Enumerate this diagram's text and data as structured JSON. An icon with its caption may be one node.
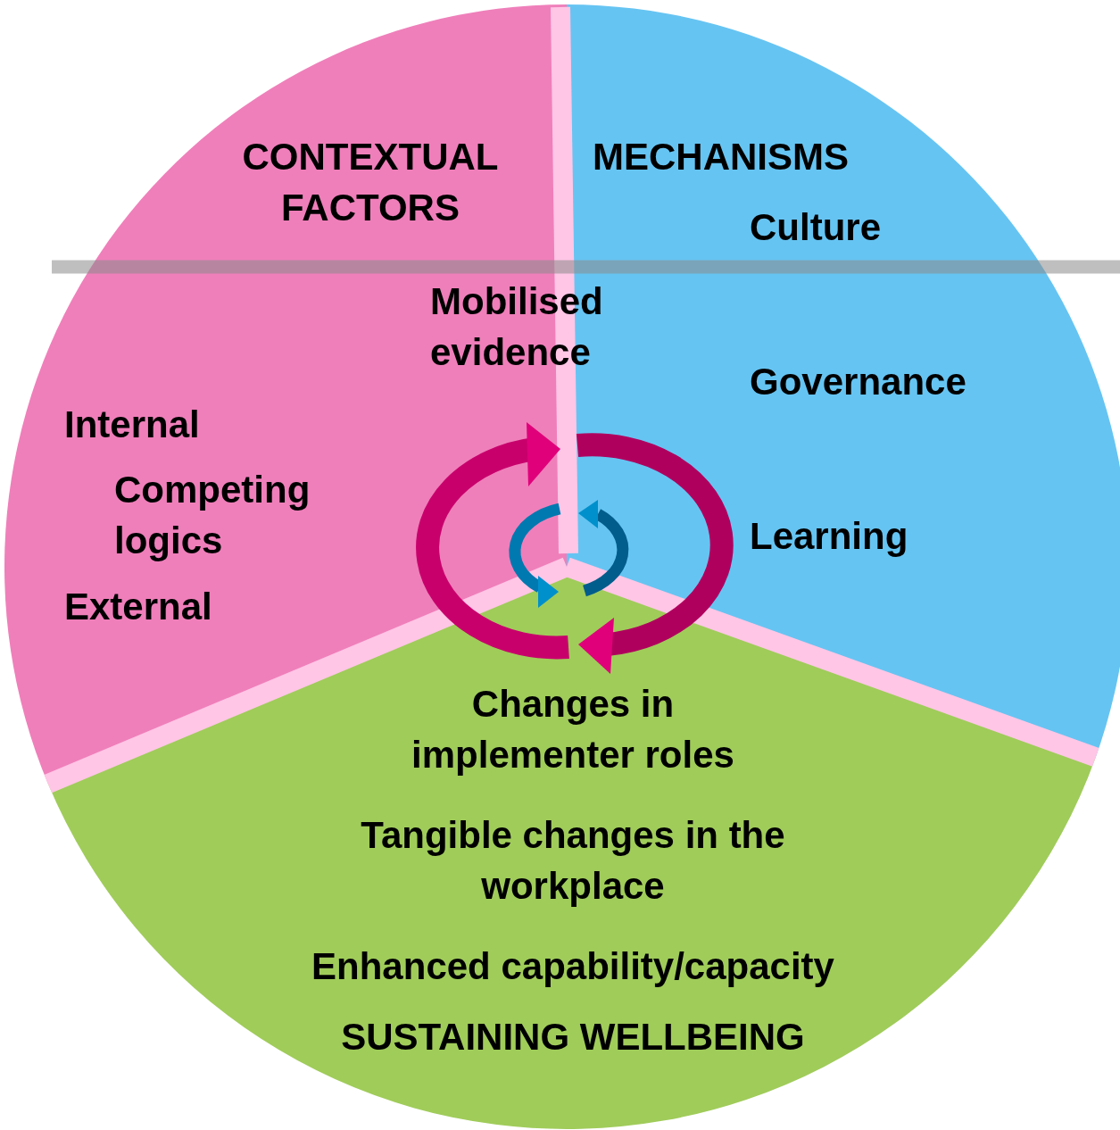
{
  "diagram": {
    "nodes": [
      {
        "text": [
          "CONTEXTUAL FACTORS",
          "Internal",
          "Competing logics",
          "External"
        ]
      },
      {
        "text": [
          "MECHANISMS",
          "Culture",
          "Governance",
          "Learning"
        ]
      },
      {
        "text": [
          "Changes in implementer roles",
          "Tangible changes in the workplace",
          "Enhanced capability/capacity",
          "SUSTAINING WELLBEING"
        ]
      }
    ],
    "edges": [],
    "labels": [
      "Mobilised evidence"
    ]
  }
}
